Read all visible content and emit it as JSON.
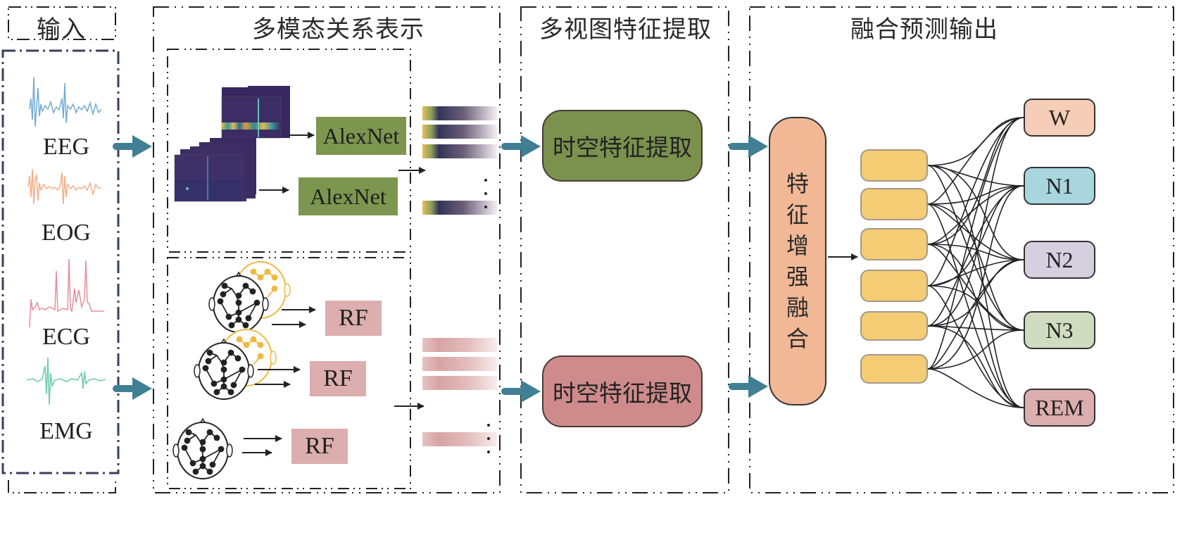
{
  "sections": {
    "input": {
      "title": "输入"
    },
    "multimodal": {
      "title": "多模态关系表示"
    },
    "multiview": {
      "title": "多视图特征提取"
    },
    "fusion_output": {
      "title": "融合预测输出"
    }
  },
  "signals": [
    {
      "label": "EEG",
      "color": "#5a9ccc"
    },
    {
      "label": "EOG",
      "color": "#f0a070"
    },
    {
      "label": "ECG",
      "color": "#e07a88"
    },
    {
      "label": "EMG",
      "color": "#4fbf9a"
    }
  ],
  "spectrogram_branch": {
    "model_labels": [
      "AlexNet",
      "AlexNet"
    ],
    "vdots": "·\n·\n·"
  },
  "graph_branch": {
    "model_labels": [
      "RF",
      "RF",
      "RF"
    ],
    "vdots": "·\n·\n·"
  },
  "extractors": [
    {
      "label": "时空特征提取",
      "color": "#7b914e"
    },
    {
      "label": "时空特征提取",
      "color": "#cf8b8b"
    }
  ],
  "fusion_block": {
    "label_chars": [
      "特",
      "征",
      "增",
      "强",
      "融",
      "合"
    ],
    "color": "#f2b896"
  },
  "feature_nodes_count": 6,
  "classes": [
    {
      "label": "W",
      "color": "#f6cdb6"
    },
    {
      "label": "N1",
      "color": "#a9d5df"
    },
    {
      "label": "N2",
      "color": "#d5cfe0"
    },
    {
      "label": "N3",
      "color": "#cfdcbf"
    },
    {
      "label": "REM",
      "color": "#dcaeae"
    }
  ],
  "colors": {
    "arrow_teal": "#417f95",
    "frame_navy": "#3a3f5c",
    "spectro_dark": "#3b2a5e",
    "electrode_orange": "#f0b840"
  }
}
